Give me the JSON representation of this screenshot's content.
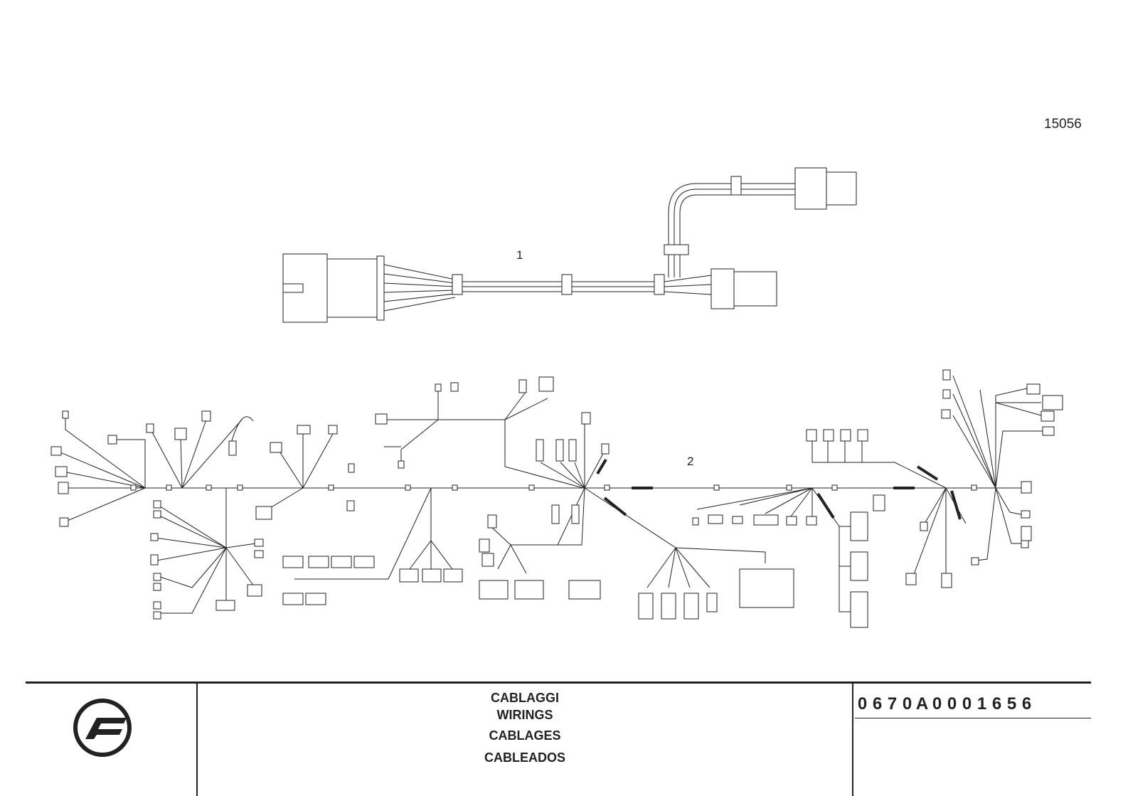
{
  "figure_number": "15056",
  "callouts": [
    {
      "id": "1",
      "label": "1"
    },
    {
      "id": "2",
      "label": "2"
    }
  ],
  "title_block": {
    "titles": [
      "CABLAGGI",
      "WIRINGS",
      "CABLAGES",
      "CABLEADOS"
    ],
    "code_digits": [
      "0",
      "6",
      "7",
      "0",
      "A",
      "0",
      "0",
      "0",
      "1",
      "6",
      "5",
      "6"
    ],
    "logo_icon": "brand-logo-icon"
  },
  "colors": {
    "ink": "#222222",
    "paper": "#ffffff"
  }
}
